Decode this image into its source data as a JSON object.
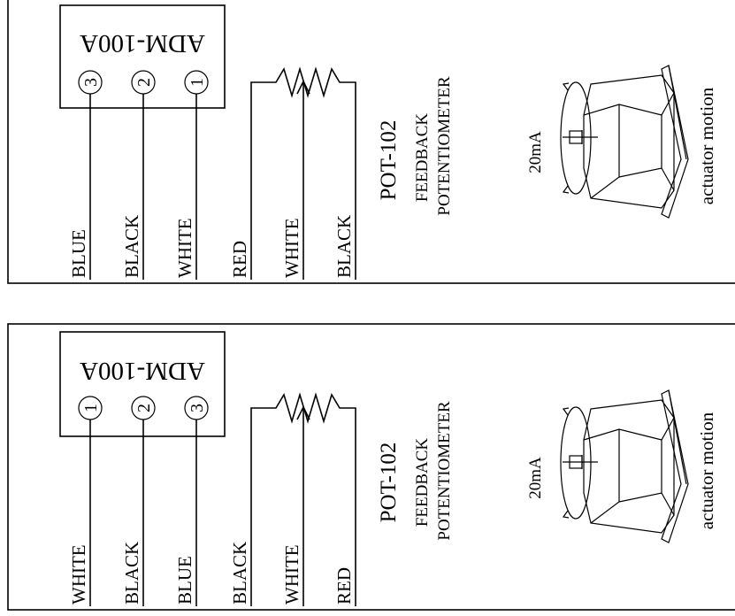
{
  "panels": [
    {
      "module": "ADM-100A",
      "terminals": [
        "3",
        "2",
        "1"
      ],
      "wires_module": [
        "BLUE",
        "BLACK",
        "WHITE"
      ],
      "wires_pot": [
        "RED",
        "WHITE",
        "BLACK"
      ],
      "pot_title": "POT-102",
      "pot_sub1": "FEEDBACK",
      "pot_sub2": "POTENTIOMETER",
      "current": "20mA",
      "motion": "actuator motion"
    },
    {
      "module": "ADM-100A",
      "terminals": [
        "1",
        "2",
        "3"
      ],
      "wires_module": [
        "WHITE",
        "BLACK",
        "BLUE"
      ],
      "wires_pot": [
        "BLACK",
        "WHITE",
        "RED"
      ],
      "pot_title": "POT-102",
      "pot_sub1": "FEEDBACK",
      "pot_sub2": "POTENTIOMETER",
      "current": "20mA",
      "motion": "actuator motion"
    }
  ]
}
